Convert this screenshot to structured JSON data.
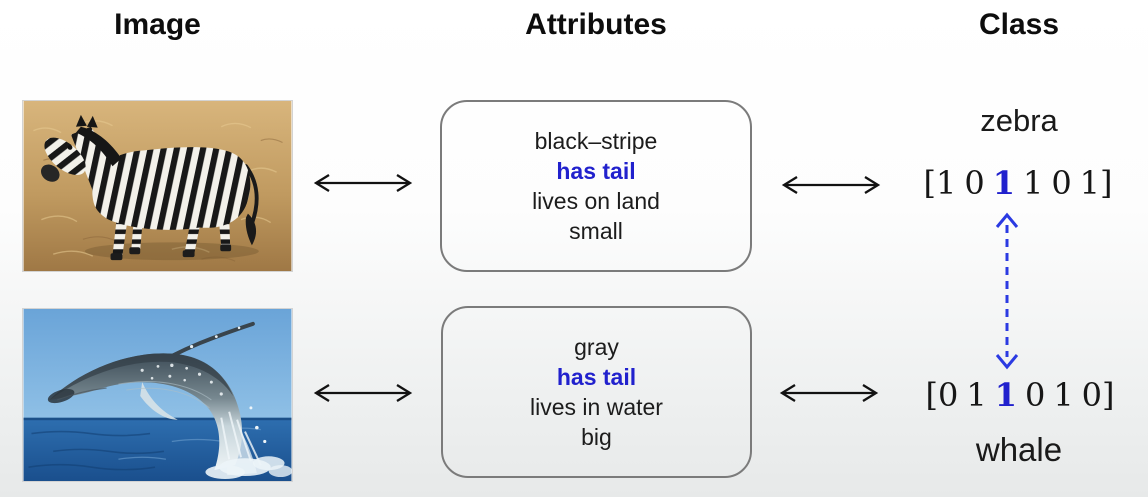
{
  "palette": {
    "accent_blue": "#2121cd",
    "arrow_blue": "#2b3ae2",
    "ink": "#141414",
    "box_border": "#7b7b7b"
  },
  "headers": {
    "image": "Image",
    "attributes": "Attributes",
    "class": "Class"
  },
  "rows": [
    {
      "photo": "zebra standing on dry savanna grassland",
      "attributes": [
        {
          "text": "black–stripe",
          "highlight": false
        },
        {
          "text": "has tail",
          "highlight": true
        },
        {
          "text": "lives on land",
          "highlight": false
        },
        {
          "text": "small",
          "highlight": false
        }
      ],
      "class_label": "zebra",
      "vector_tokens": [
        "[1",
        "0",
        "1",
        "1",
        "0",
        "1]"
      ],
      "vector_highlight_index": 2
    },
    {
      "photo": "humpback whale breaching out of the ocean",
      "attributes": [
        {
          "text": "gray",
          "highlight": false
        },
        {
          "text": "has tail",
          "highlight": true
        },
        {
          "text": "lives in water",
          "highlight": false
        },
        {
          "text": "big",
          "highlight": false
        }
      ],
      "class_label": "whale",
      "vector_tokens": [
        "[0",
        "1",
        "1",
        "0",
        "1",
        "0]"
      ],
      "vector_highlight_index": 2
    }
  ]
}
